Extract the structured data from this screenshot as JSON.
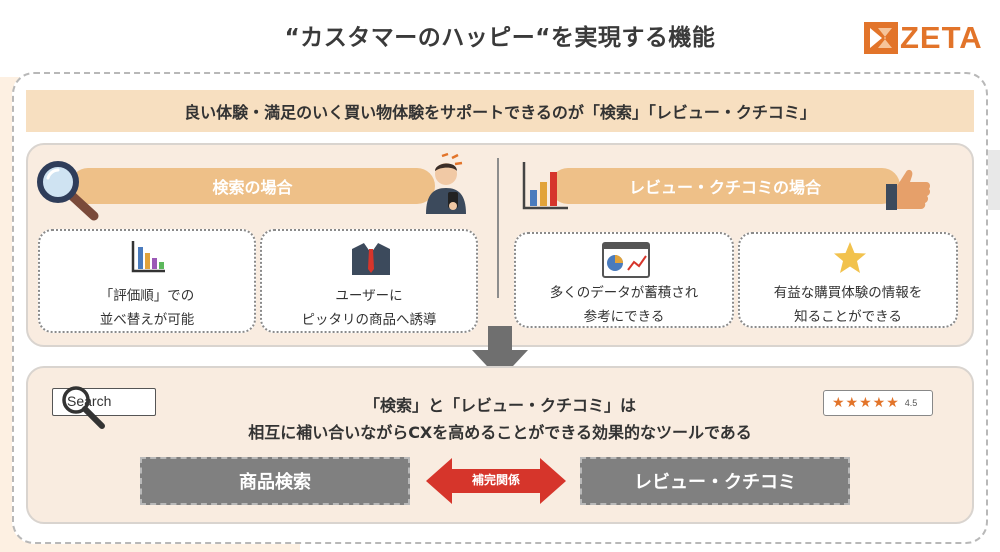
{
  "slide": {
    "title": "“カスタマーのハッピー“を実現する機能",
    "logo": "ZETA",
    "banner": "良い体験・満足のいく買い物体験をサポートできるのが「検索」「レビュー・クチコミ」"
  },
  "search_section": {
    "heading": "検索の場合",
    "cards": [
      {
        "line1": "「評価順」での",
        "line2": "並べ替えが可能"
      },
      {
        "line1": "ユーザーに",
        "line2": "ピッタリの商品へ誘導"
      }
    ]
  },
  "review_section": {
    "heading": "レビュー・クチコミの場合",
    "cards": [
      {
        "line1": "多くのデータが蓄積され",
        "line2": "参考にできる"
      },
      {
        "line1": "有益な購買体験の情報を",
        "line2": "知ることができる"
      }
    ]
  },
  "summary": {
    "line1": "「検索」と「レビュー・クチコミ」は",
    "line2": "相互に補い合いながらCXを高めることができる効果的なツールである",
    "search_placeholder": "Search",
    "stars": "★★★★★",
    "rating": "4.5",
    "left_pill": "商品検索",
    "right_pill": "レビュー・クチコミ",
    "relation": "補完関係"
  },
  "colors": {
    "brand_orange": "#e2742a",
    "banner": "#f7dfc0",
    "panel": "#f9ece0",
    "category_bar": "#eec088",
    "pill_gray": "#808080",
    "relation_red": "#d6352b"
  }
}
